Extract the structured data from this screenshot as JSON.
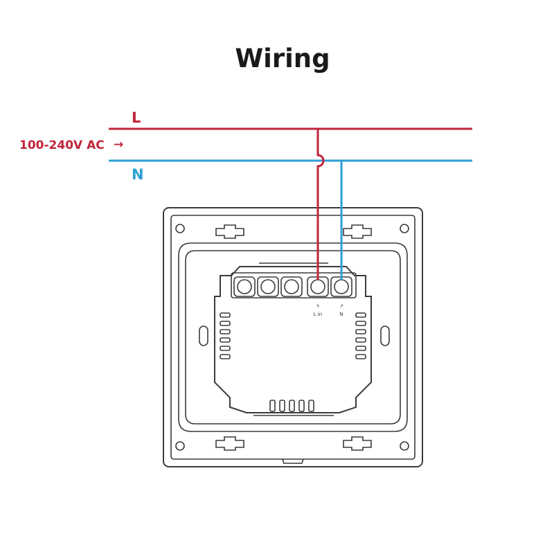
{
  "title": "Wiring",
  "wires": {
    "live": {
      "label": "L",
      "color": "#c0243a"
    },
    "neutral": {
      "label": "N",
      "color": "#2e9fd3"
    }
  },
  "supply": {
    "label": "100-240V AC",
    "arrow": "→"
  },
  "terminals": [
    {
      "symbol": "ϟ",
      "label": "L in"
    },
    {
      "symbol": "↗",
      "label": "N"
    }
  ],
  "colors": {
    "outline": "#3a3a3a",
    "title": "#1a1a1a"
  }
}
